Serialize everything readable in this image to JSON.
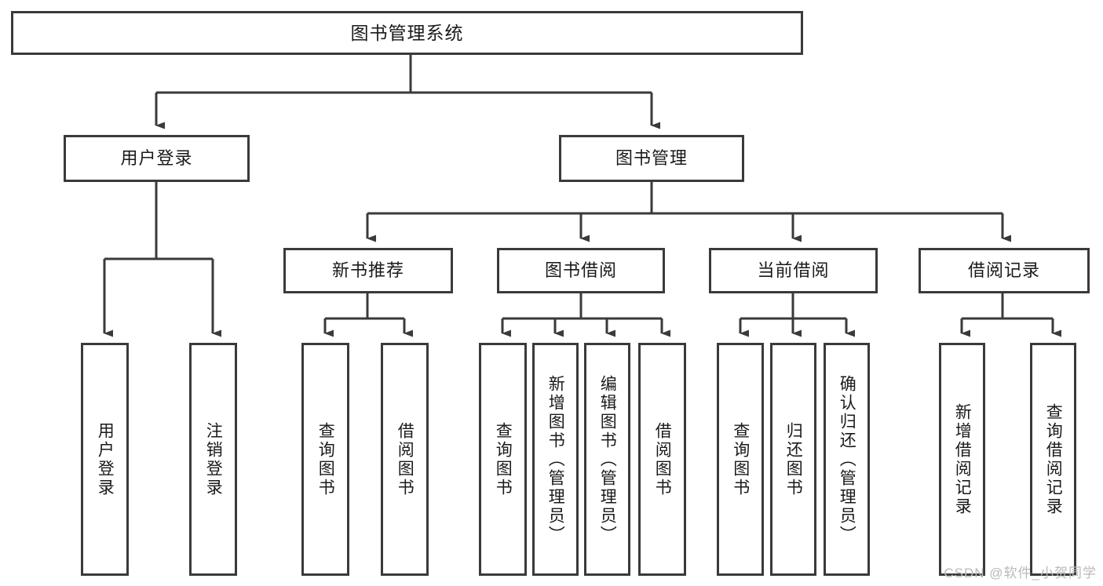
{
  "diagram": {
    "title": "图书管理系统",
    "type": "tree-hierarchy-chart",
    "orientation": "top-down",
    "colors": {
      "box_border": "#3a3a3a",
      "box_fill": "#ffffff",
      "edge": "#3a3a3a",
      "text": "#1a1a1a",
      "watermark": "#b9b9b9",
      "background": "#ffffff"
    }
  },
  "root": {
    "label": "图书管理系统"
  },
  "level2": [
    {
      "label": "用户登录"
    },
    {
      "label": "图书管理"
    }
  ],
  "level3": [
    {
      "label": "新书推荐"
    },
    {
      "label": "图书借阅"
    },
    {
      "label": "当前借阅"
    },
    {
      "label": "借阅记录"
    }
  ],
  "leaves": {
    "user_login": [
      {
        "label": "用户登录"
      },
      {
        "label": "注销登录"
      }
    ],
    "new_book_recommend": [
      {
        "label": "查询图书"
      },
      {
        "label": "借阅图书"
      }
    ],
    "book_borrow": [
      {
        "label": "查询图书"
      },
      {
        "label": "新增图书（管理员）"
      },
      {
        "label": "编辑图书（管理员）"
      },
      {
        "label": "借阅图书"
      }
    ],
    "current_borrow": [
      {
        "label": "查询图书"
      },
      {
        "label": "归还图书"
      },
      {
        "label": "确认归还（管理员）"
      }
    ],
    "borrow_record": [
      {
        "label": "新增借阅记录"
      },
      {
        "label": "查询借阅记录"
      }
    ]
  },
  "watermark": {
    "text": "CSDN @软件_小贺同学"
  }
}
